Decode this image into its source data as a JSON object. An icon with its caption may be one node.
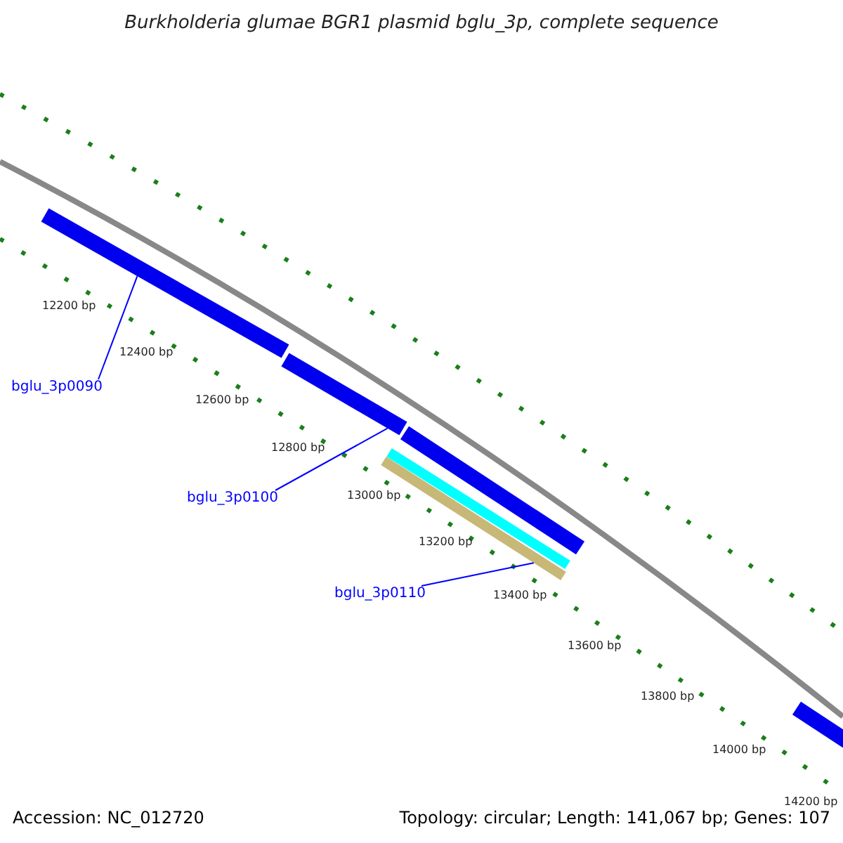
{
  "diagram": {
    "title": "Burkholderia glumae BGR1 plasmid bglu_3p, complete sequence",
    "nodes": [
      {
        "text": [],
        "shape": "bar"
      },
      {
        "text": [],
        "shape": "bar"
      },
      {
        "text": [],
        "shape": "bar"
      },
      {
        "text": [],
        "shape": "bar"
      },
      {
        "text": [],
        "shape": "bar"
      },
      {
        "text": [],
        "shape": "bar"
      },
      {
        "text": [
          "bglu_3p0090"
        ]
      },
      {
        "text": [
          "bglu_3p0100"
        ]
      },
      {
        "text": [
          "bglu_3p0110"
        ]
      }
    ],
    "edges": [
      {
        "from": 6,
        "to": 0,
        "arrow": "none"
      },
      {
        "from": 7,
        "to": 1,
        "arrow": "none"
      },
      {
        "from": 8,
        "to": 4,
        "arrow": "none"
      }
    ],
    "labels": [
      "12200 bp",
      "12400 bp",
      "12600 bp",
      "12800 bp",
      "13000 bp",
      "13200 bp",
      "13400 bp",
      "13600 bp",
      "13800 bp",
      "14000 bp",
      "14200 bp",
      "Accession: NC_012720",
      "Topology: circular; Length: 141,067 bp; Genes: 107"
    ]
  }
}
